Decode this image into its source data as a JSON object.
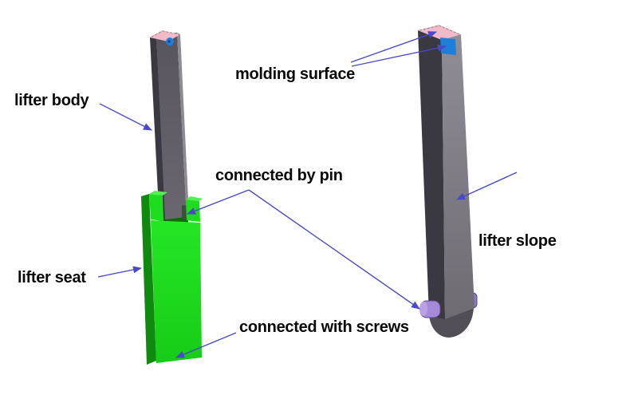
{
  "figure": {
    "background": "#ffffff",
    "labels": {
      "lifter_body": "lifter body",
      "molding_surface": "molding surface",
      "connected_by_pin": "connected by pin",
      "lifter_seat": "lifter seat",
      "connected_with_screws": "connected with screws",
      "lifter_slope": "lifter slope"
    },
    "parts": [
      {
        "name": "lifter body",
        "color": "#615e66"
      },
      {
        "name": "lifter seat",
        "color": "#1cdc1c"
      },
      {
        "name": "lifter slope",
        "color": "#7b7880"
      },
      {
        "name": "molding surface top",
        "color": "#f2b9c8"
      },
      {
        "name": "pin",
        "color": "#a58ad8"
      },
      {
        "name": "screw hole",
        "color": "#1f7fd8"
      }
    ],
    "arrow_color": "#4a4ac8",
    "text_color": "#0a0a0a"
  }
}
